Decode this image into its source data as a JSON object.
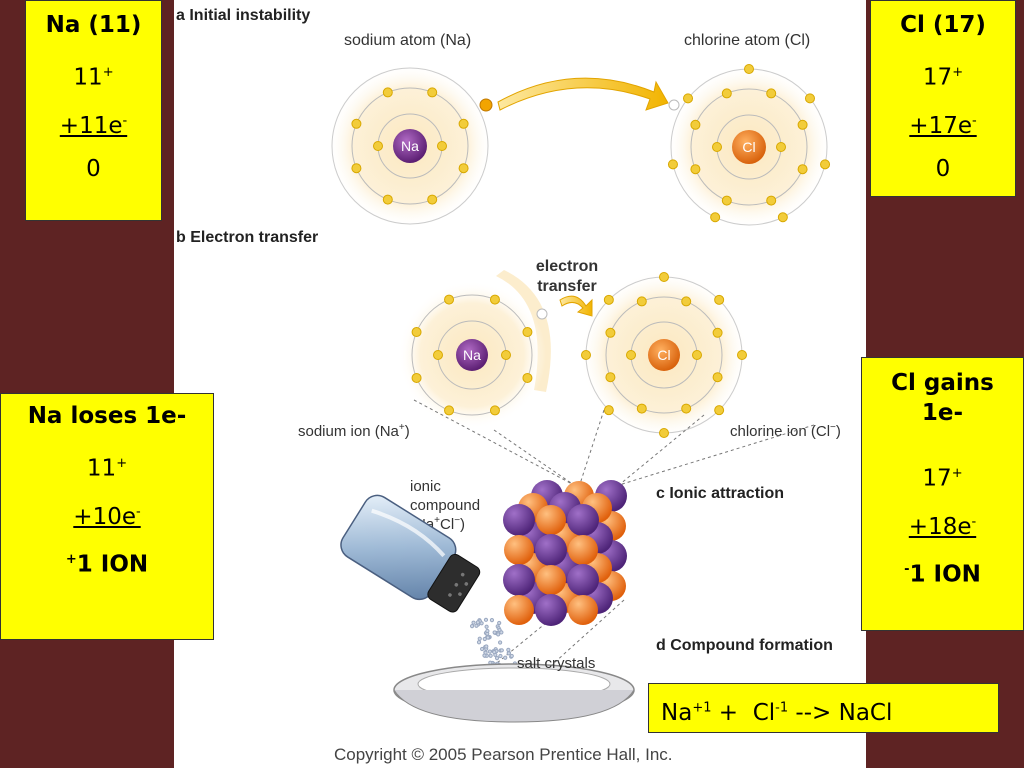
{
  "diagram": {
    "section_a": "a Initial instability",
    "section_b": "b Electron transfer",
    "section_c": "c Ionic attraction",
    "section_d": "d Compound formation",
    "sodium_atom": "sodium atom (Na)",
    "chlorine_atom": "chlorine atom (Cl)",
    "na_symbol": "Na",
    "cl_symbol": "Cl",
    "electron_transfer_1": "electron",
    "electron_transfer_2": "transfer",
    "sodium_ion_text": "sodium ion (Na",
    "sodium_ion_sup": "+",
    "chlorine_ion_text": "chlorine ion (Cl",
    "chlorine_ion_sup": "−",
    "ionic_1": "ionic",
    "ionic_2": "compound",
    "ionic_3_a": "(Na",
    "ionic_3_sup1": "+",
    "ionic_3_b": "Cl",
    "ionic_3_sup2": "−",
    "salt_crystals": "salt crystals",
    "copyright": "Copyright © 2005 Pearson Prentice Hall, Inc."
  },
  "na_atom_box": {
    "title": "Na (11)",
    "protons": "11",
    "protons_sup": "+",
    "electrons": "+11e",
    "electrons_sup": "-",
    "charge": "0"
  },
  "cl_atom_box": {
    "title": "Cl (17)",
    "protons": "17",
    "protons_sup": "+",
    "electrons": "+17e",
    "electrons_sup": "-",
    "charge": "0"
  },
  "na_ion_box": {
    "title": "Na loses 1e-",
    "protons": "11",
    "protons_sup": "+",
    "electrons": "+10e",
    "electrons_sup": "-",
    "charge_sup": "+",
    "charge": "1 ION"
  },
  "cl_ion_box": {
    "title_1": "Cl gains",
    "title_2": "1e-",
    "protons": "17",
    "protons_sup": "+",
    "electrons": "+18e",
    "electrons_sup": "-",
    "charge_sup": "-",
    "charge": "1 ION"
  },
  "equation": {
    "na": "Na",
    "na_sup": "+1",
    "plus": " +  ",
    "cl": "Cl",
    "cl_sup": "-1",
    "arrow": " --> NaCl"
  },
  "colors": {
    "background": "#5e2323",
    "box": "#ffff00",
    "sodium": "#7b2f8e",
    "chlorine": "#f07c18",
    "electron": "#f2cc3a"
  }
}
